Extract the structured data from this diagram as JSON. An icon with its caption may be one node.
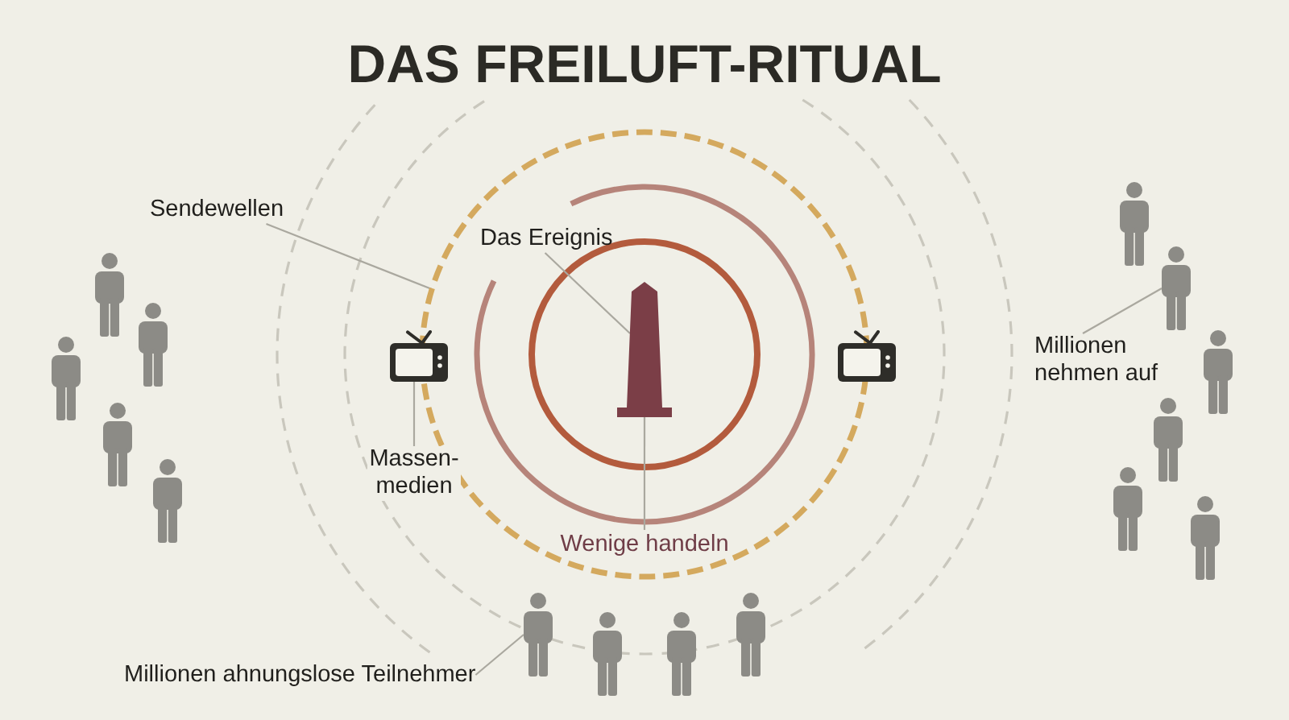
{
  "diagram": {
    "title": "DAS FREILUFT-RITUAL",
    "nodes": [
      {
        "text": [
          "Sendewellen"
        ]
      },
      {
        "text": [],
        "shape": "circle"
      },
      {
        "text": [
          "Das Ereignis"
        ],
        "in": 1
      },
      {
        "text": [],
        "shape": "picture",
        "in": 1
      },
      {
        "text": [],
        "shape": "picture"
      },
      {
        "text": [
          "Massen- medien"
        ]
      },
      {
        "text": [
          "Wenige handeln"
        ],
        "in": 1
      },
      {
        "text": [
          "Millionen nehmen auf"
        ]
      },
      {
        "text": [],
        "shape": "person"
      },
      {
        "text": [
          "Millionen ahnungslose Teilnehmer"
        ]
      },
      {
        "text": [],
        "shape": "person"
      }
    ],
    "edges": [
      {
        "from": 0,
        "to": 1,
        "arrow": "none"
      },
      {
        "from": 2,
        "to": 3,
        "arrow": "none"
      },
      {
        "from": 5,
        "to": 4,
        "arrow": "none"
      },
      {
        "from": 6,
        "to": 3,
        "arrow": "none"
      },
      {
        "from": 7,
        "to": 8,
        "arrow": "none"
      },
      {
        "from": 9,
        "to": 10,
        "arrow": "none"
      }
    ]
  }
}
